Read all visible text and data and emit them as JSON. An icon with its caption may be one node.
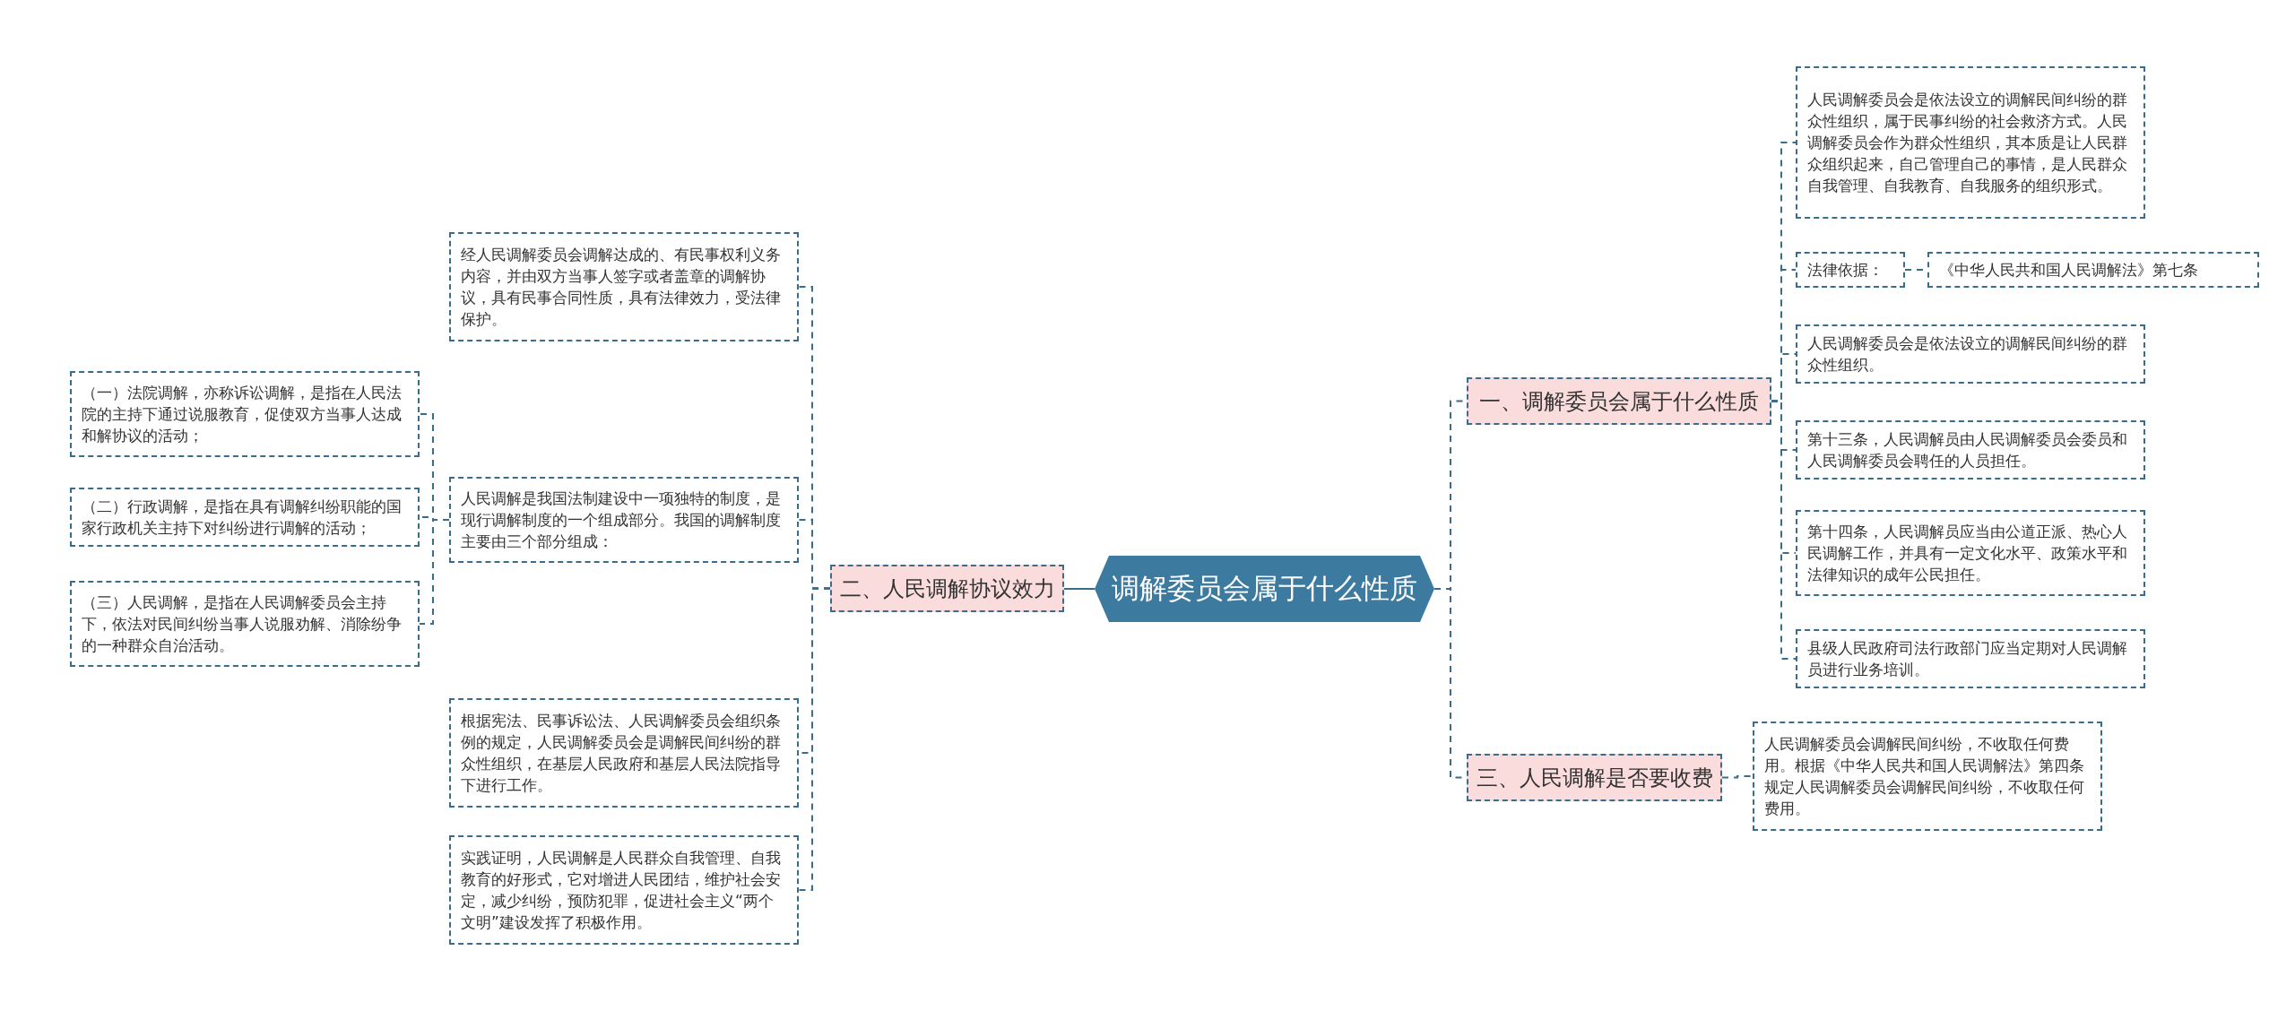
{
  "diagram": {
    "nodes": [
      {
        "text": [
          "调解委员会属于什么性质"
        ]
      },
      {
        "text": [
          "一、调解委员会属于什么性质"
        ]
      },
      {
        "text": [
          "人民调解委员会是依法设立的调解民间纠纷的群众性组织，属于民事纠纷的社会救济方式。人民调解委员会作为群众性组织，其本质是让人民群众组织起来，自己管理自己的事情，是人民群众自我管理、自我教育、自我服务的组织形式。"
        ]
      },
      {
        "text": [
          "法律依据："
        ]
      },
      {
        "text": [
          "《中华人民共和国人民调解法》第七条"
        ]
      },
      {
        "text": [
          "人民调解委员会是依法设立的调解民间纠纷的群众性组织。"
        ]
      },
      {
        "text": [
          "第十三条，人民调解员由人民调解委员会委员和人民调解委员会聘任的人员担任。"
        ]
      },
      {
        "text": [
          "第十四条，人民调解员应当由公道正派、热心人民调解工作，并具有一定文化水平、政策水平和法律知识的成年公民担任。"
        ]
      },
      {
        "text": [
          "县级人民政府司法行政部门应当定期对人民调解员进行业务培训。"
        ]
      },
      {
        "text": [
          "三、人民调解是否要收费"
        ]
      },
      {
        "text": [
          "人民调解委员会调解民间纠纷，不收取任何费用。根据《中华人民共和国人民调解法》第四条规定人民调解委员会调解民间纠纷，不收取任何费用。"
        ]
      },
      {
        "text": [
          "二、人民调解协议效力"
        ]
      },
      {
        "text": [
          "经人民调解委员会调解达成的、有民事权利义务内容，并由双方当事人签字或者盖章的调解协议，具有民事合同性质，具有法律效力，受法律保护。"
        ]
      },
      {
        "text": [
          "人民调解是我国法制建设中一项独特的制度，是现行调解制度的一个组成部分。我国的调解制度主要由三个部分组成："
        ]
      },
      {
        "text": [
          "（一）法院调解，亦称诉讼调解，是指在人民法院的主持下通过说服教育，促使双方当事人达成和解协议的活动；"
        ]
      },
      {
        "text": [
          "（二）行政调解，是指在具有调解纠纷职能的国家行政机关主持下对纠纷进行调解的活动；"
        ]
      },
      {
        "text": [
          "（三）人民调解，是指在人民调解委员会主持下，依法对民间纠纷当事人说服劝解、消除纷争的一种群众自治活动。"
        ]
      },
      {
        "text": [
          "根据宪法、民事诉讼法、人民调解委员会组织条例的规定，人民调解委员会是调解民间纠纷的群众性组织，在基层人民政府和基层人民法院指导下进行工作。"
        ]
      },
      {
        "text": [
          "实践证明，人民调解是人民群众自我管理、自我教育的好形式，它对增进人民团结，维护社会安定，减少纠纷，预防犯罪，促进社会主义“两个文明”建设发挥了积极作用。"
        ]
      }
    ],
    "edges": [
      {
        "from": 0,
        "to": 1,
        "arrow": "none",
        "style": "dashed"
      },
      {
        "from": 0,
        "to": 9,
        "arrow": "none",
        "style": "dashed"
      },
      {
        "from": 0,
        "to": 11,
        "arrow": "none"
      },
      {
        "from": 1,
        "to": 2,
        "arrow": "none",
        "style": "dashed"
      },
      {
        "from": 1,
        "to": 3,
        "arrow": "none",
        "style": "dashed"
      },
      {
        "from": 1,
        "to": 5,
        "arrow": "none",
        "style": "dashed"
      },
      {
        "from": 1,
        "to": 6,
        "arrow": "none",
        "style": "dashed"
      },
      {
        "from": 1,
        "to": 7,
        "arrow": "none",
        "style": "dashed"
      },
      {
        "from": 1,
        "to": 8,
        "arrow": "none",
        "style": "dashed"
      },
      {
        "from": 3,
        "to": 4,
        "arrow": "none",
        "style": "dashed"
      },
      {
        "from": 9,
        "to": 10,
        "arrow": "none",
        "style": "dashed"
      },
      {
        "from": 11,
        "to": 12,
        "arrow": "none",
        "style": "dashed"
      },
      {
        "from": 11,
        "to": 13,
        "arrow": "none",
        "style": "dashed"
      },
      {
        "from": 11,
        "to": 17,
        "arrow": "none",
        "style": "dashed"
      },
      {
        "from": 11,
        "to": 18,
        "arrow": "none",
        "style": "dashed"
      },
      {
        "from": 13,
        "to": 14,
        "arrow": "none",
        "style": "dashed"
      },
      {
        "from": 13,
        "to": 15,
        "arrow": "none",
        "style": "dashed"
      },
      {
        "from": 13,
        "to": 16,
        "arrow": "none",
        "style": "dashed"
      }
    ]
  }
}
